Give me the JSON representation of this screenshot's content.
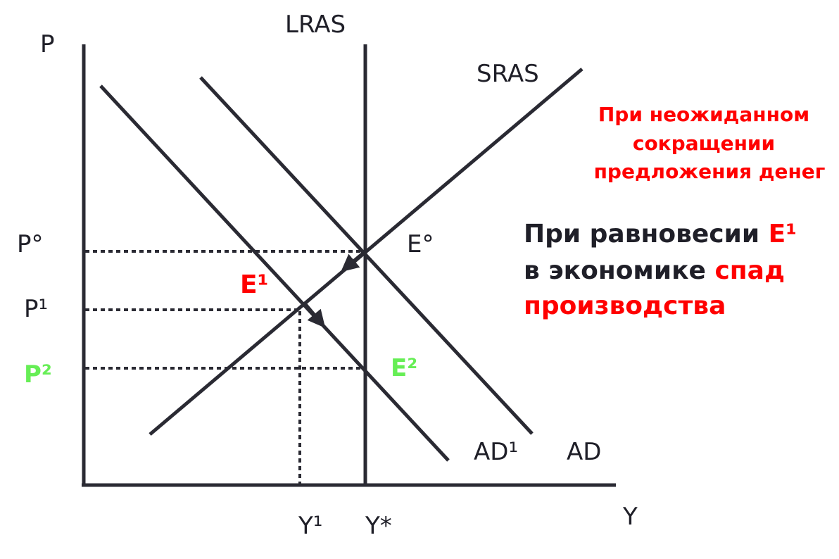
{
  "labels": {
    "y_axis": "P",
    "x_axis": "Y",
    "lras": "LRAS",
    "sras": "SRAS",
    "ad1": "AD¹",
    "ad": "AD",
    "p0": "P°",
    "p1": "P¹",
    "p2": "P²",
    "e0": "E°",
    "e1": "E¹",
    "e2": "E²",
    "y1": "Y¹",
    "ystar": "Y*"
  },
  "note_red": {
    "line1": "При неожиданном",
    "line2": "сокращении",
    "line3": "предложения денег"
  },
  "note_main": {
    "line1_a": "При равновесии ",
    "line1_b": "E¹",
    "line2_a": "в экономике ",
    "line2_b": "спад",
    "line3": "производства"
  },
  "colors": {
    "ink": "#2a2a33",
    "red": "#ff0000",
    "green": "#66ee55"
  }
}
